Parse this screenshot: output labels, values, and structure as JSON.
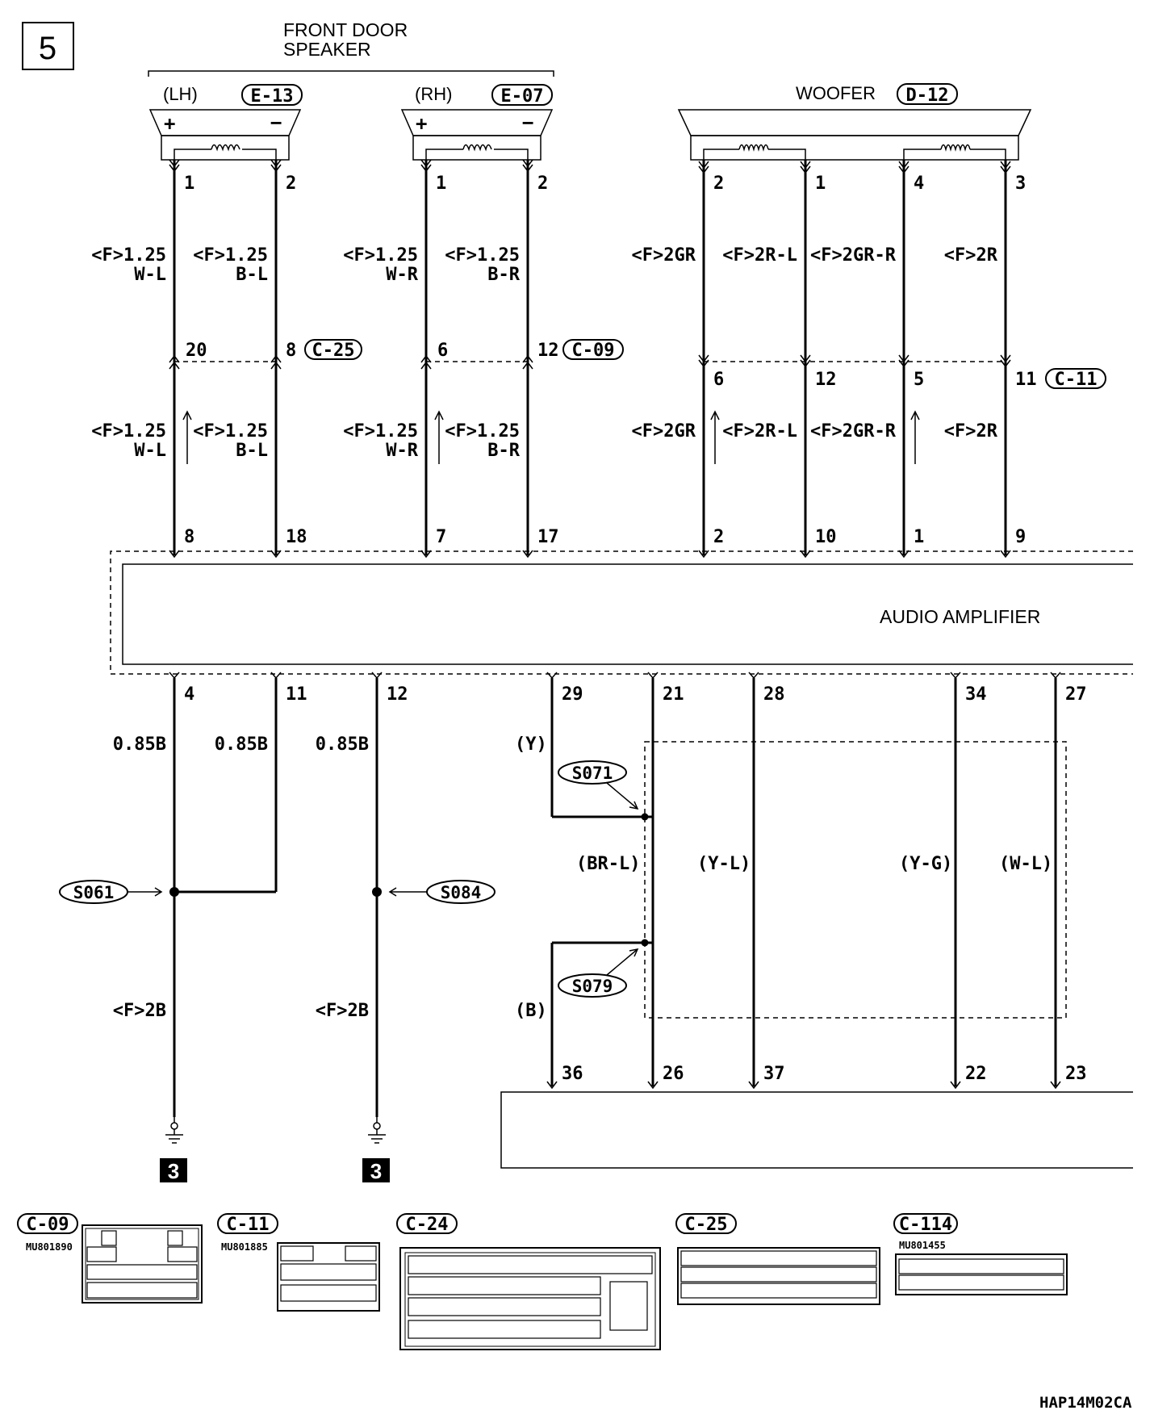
{
  "section_number": "5",
  "front_door_speaker": {
    "title_line1": "FRONT DOOR",
    "title_line2": "SPEAKER"
  },
  "lh": {
    "side": "(LH)",
    "connector": "E-13",
    "plus": "+",
    "minus": "−",
    "pin_a": "1",
    "pin_b": "2"
  },
  "rh": {
    "side": "(RH)",
    "connector": "E-07",
    "plus": "+",
    "minus": "−",
    "pin_a": "1",
    "pin_b": "2"
  },
  "woofer": {
    "title": "WOOFER",
    "connector": "D-12",
    "pins": [
      "2",
      "1",
      "4",
      "3"
    ]
  },
  "wires_upper": [
    "<F>1.25",
    "W-L",
    "<F>1.25",
    "B-L",
    "<F>1.25",
    "W-R",
    "<F>1.25",
    "B-R",
    "<F>2GR",
    "<F>2R-L",
    "<F>2GR-R",
    "<F>2R"
  ],
  "mid_connectors": {
    "c25": {
      "label": "C-25",
      "pin_a": "20",
      "pin_b": "8"
    },
    "c09": {
      "label": "C-09",
      "pin_a": "6",
      "pin_b": "12"
    },
    "c11": {
      "label": "C-11",
      "pins": [
        "6",
        "12",
        "5",
        "11"
      ]
    }
  },
  "amp_top_pins": [
    "8",
    "18",
    "7",
    "17",
    "2",
    "10",
    "1",
    "9"
  ],
  "amplifier_label": "AUDIO AMPLIFIER",
  "amp_bottom_pins": [
    "4",
    "11",
    "12",
    "29",
    "21",
    "28",
    "34",
    "27"
  ],
  "ground_wires": [
    "0.85B",
    "0.85B",
    "0.85B",
    "<F>2B",
    "<F>2B"
  ],
  "splices": [
    "S061",
    "S084",
    "S071",
    "S079"
  ],
  "shield_wires": [
    "(Y)",
    "(BR-L)",
    "(Y-L)",
    "(Y-G)",
    "(W-L)",
    "(B)"
  ],
  "lower_pins": [
    "36",
    "26",
    "37",
    "22",
    "23"
  ],
  "ground_ref": "3",
  "connector_views": [
    {
      "label": "C-09",
      "part": "MU801890"
    },
    {
      "label": "C-11",
      "part": "MU801885"
    },
    {
      "label": "C-24",
      "part": ""
    },
    {
      "label": "C-25",
      "part": ""
    },
    {
      "label": "C-114",
      "part": "MU801455"
    }
  ],
  "diagram_code": "HAP14M02CA"
}
